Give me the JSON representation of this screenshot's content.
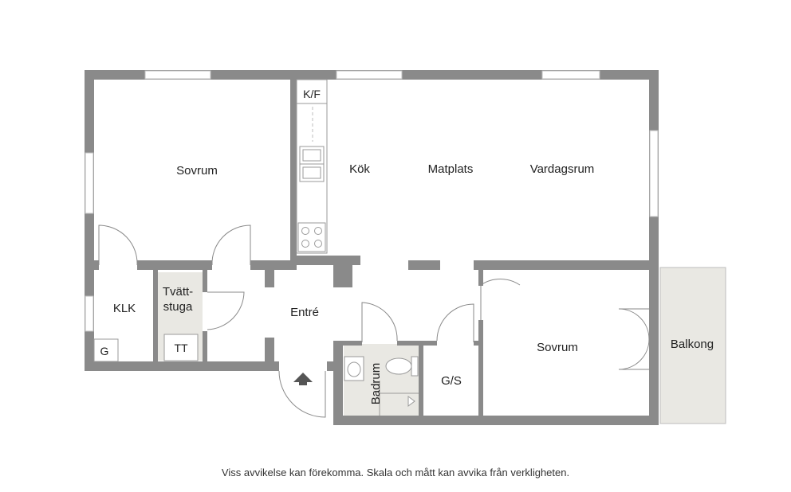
{
  "colors": {
    "wall": "#8a8a8a",
    "laundry_floor": "#e9e8e3",
    "bath_floor": "#e9e8e3",
    "balcony": "#e9e8e3",
    "background": "#ffffff"
  },
  "rooms": {
    "sovrum_1": "Sovrum",
    "kok": "Kök",
    "matplats": "Matplats",
    "vardagsrum": "Vardagsrum",
    "kf": "K/F",
    "klk": "KLK",
    "g": "G",
    "tvatt_line1": "Tvätt-",
    "tvatt_line2": "stuga",
    "tt": "TT",
    "entre": "Entré",
    "badrum": "Badrum",
    "gs": "G/S",
    "sovrum_2": "Sovrum",
    "balkong": "Balkong"
  },
  "disclaimer": "Viss avvikelse kan förekomma. Skala och mått kan avvika från verkligheten."
}
